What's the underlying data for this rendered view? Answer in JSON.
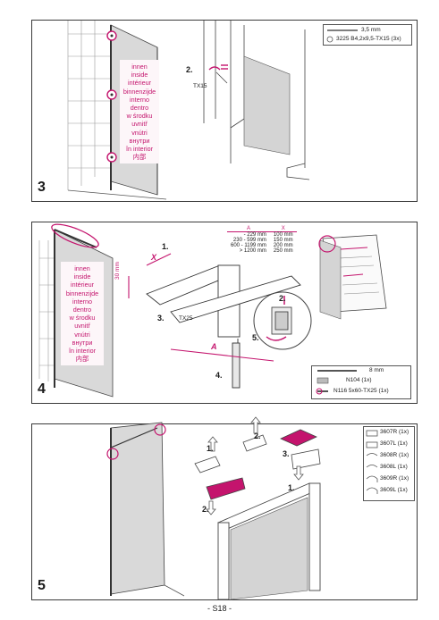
{
  "multilang_text": [
    "innen",
    "inside",
    "intérieur",
    "binnenzijde",
    "interno",
    "dentro",
    "w środku",
    "uvnitř",
    "vnútri",
    "внутри",
    "în interior",
    "内部"
  ],
  "steps": [
    {
      "number": "3",
      "callouts": [
        "2."
      ],
      "tool_label": "TX15",
      "parts": {
        "drill": "3,5 mm",
        "screw": "3225 B4,2x9,5-TX15 (3x)"
      }
    },
    {
      "number": "4",
      "callouts": [
        "1.",
        "2.",
        "3.",
        "4.",
        "5."
      ],
      "tool_label": "TX25",
      "dim_letter_x": "X",
      "dim_letter_a": "A",
      "dim_30": "30 mm",
      "table": {
        "headers": [
          "A",
          "X"
        ],
        "rows": [
          [
            "- 229 mm",
            "100 mm"
          ],
          [
            "230 - 599 mm",
            "150 mm"
          ],
          [
            "600 - 1199 mm",
            "200 mm"
          ],
          [
            "> 1200 mm",
            "250 mm"
          ]
        ]
      },
      "parts": {
        "drill": "8 mm",
        "plug": "N104 (1x)",
        "screw": "N116 5x60-TX25 (1x)"
      }
    },
    {
      "number": "5",
      "callouts": [
        "1.",
        "2.",
        "3.",
        "1.",
        "2."
      ],
      "parts": [
        "3607R (1x)",
        "3607L (1x)",
        "3608R (1x)",
        "3608L (1x)",
        "3609R (1x)",
        "3609L (1x)"
      ]
    }
  ],
  "footer": "- S18 -",
  "colors": {
    "accent": "#c4146d",
    "line": "#3a3a3a"
  }
}
